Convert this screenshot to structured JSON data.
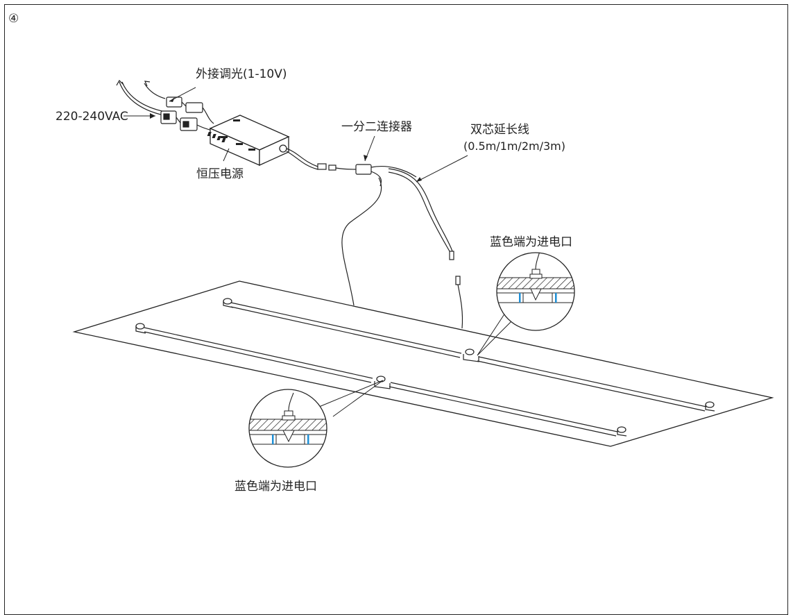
{
  "step_marker": "④",
  "labels": {
    "dimmer": "外接调光(1-10V)",
    "input": "220-240VAC",
    "power_supply": "恒压电源",
    "splitter": "一分二连接器",
    "extension_line1": "双芯延长线",
    "extension_line2": "(0.5m/1m/2m/3m)",
    "blue_end_top": "蓝色端为进电口",
    "blue_end_bottom": "蓝色端为进电口"
  },
  "colors": {
    "line": "#222222",
    "blue_marker": "#1e8fd6",
    "hatch": "#222222"
  }
}
